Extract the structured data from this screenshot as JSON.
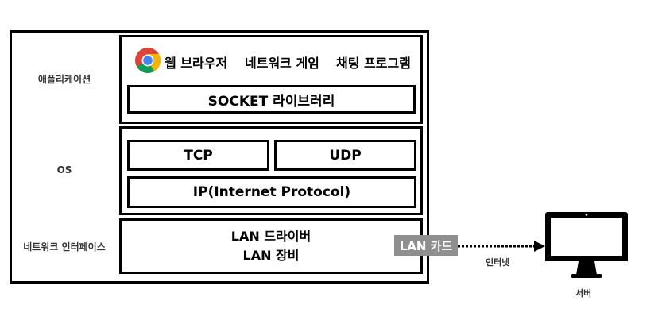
{
  "layers": {
    "application": "애플리케이션",
    "os": "OS",
    "network_interface": "네트워크 인터페이스"
  },
  "app_layer": {
    "browser": "웹 브라우저",
    "game": "네트워크 게임",
    "chat": "채팅 프로그램",
    "socket": "SOCKET 라이브러리",
    "browser_icon": "chrome-icon"
  },
  "os_layer": {
    "tcp": "TCP",
    "udp": "UDP",
    "ip": "IP(Internet Protocol)"
  },
  "lan_layer": {
    "driver": "LAN 드라이버",
    "device": "LAN 장비",
    "card": "LAN 카드"
  },
  "link": {
    "label": "인터넷"
  },
  "server": {
    "label": "서버",
    "icon": "monitor-icon"
  },
  "colors": {
    "lan_card_bg": "#8f8f8f",
    "border": "#000000"
  }
}
